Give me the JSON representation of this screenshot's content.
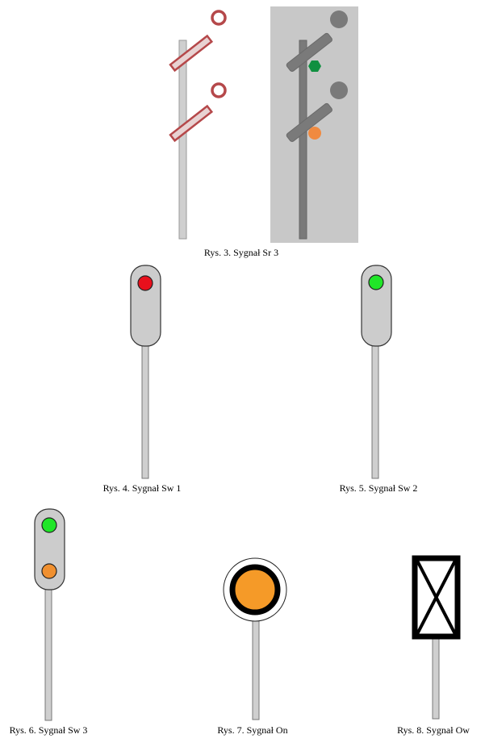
{
  "captions": {
    "fig3": "Rys. 3. Sygnał Sr 3",
    "fig4": "Rys. 4. Sygnał Sw 1",
    "fig5": "Rys. 5. Sygnał Sw 2",
    "fig6": "Rys. 6. Sygnał Sw 3",
    "fig7": "Rys. 7. Sygnał On",
    "fig8": "Rys. 8. Sygnał Ow"
  },
  "colors": {
    "semaphore_arm": "#b5484a",
    "post_light": "#cfcfcf",
    "post_dark": "#7a7a7a",
    "panel_bg": "#c8c8c8",
    "lamp_red": "#e8101c",
    "lamp_green": "#20e628",
    "lamp_dark_green": "#109040",
    "lamp_orange": "#f09030",
    "disc_orange": "#f59a28",
    "housing": "#cccccc"
  }
}
